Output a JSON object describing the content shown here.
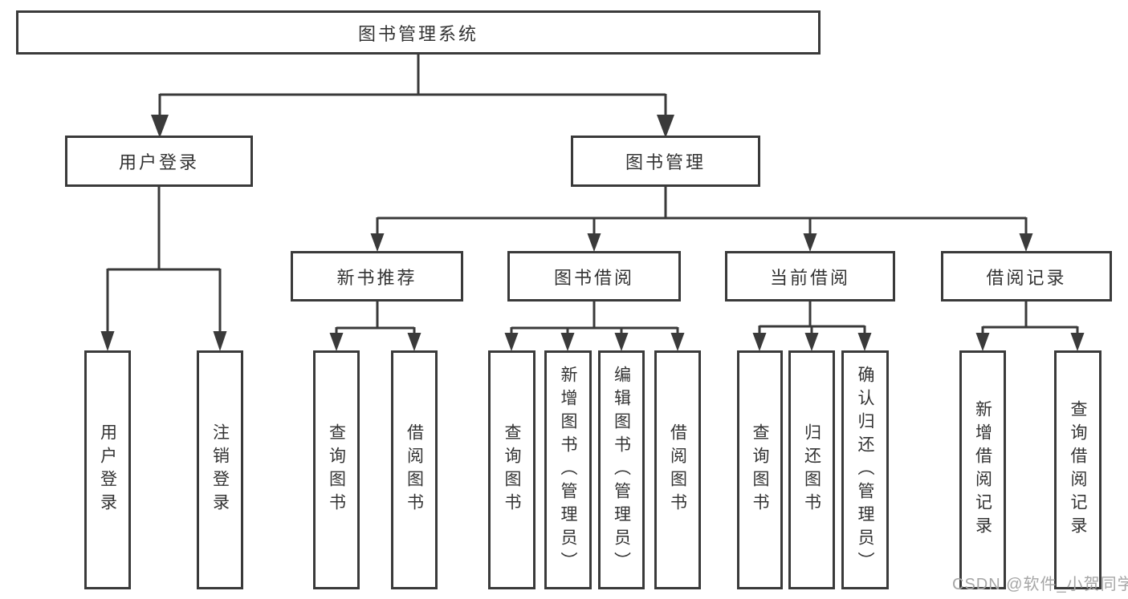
{
  "colors": {
    "line": "#3a3a3a",
    "border": "#3a3a3a",
    "text": "#333333",
    "watermark": "#a6a6a6",
    "bg": "#ffffff"
  },
  "watermark": {
    "text": "CSDN @软件_小贺同学"
  },
  "tree": {
    "label": "图书管理系统",
    "children": [
      {
        "label": "用户登录",
        "children": [
          {
            "label": "用户登录"
          },
          {
            "label": "注销登录"
          }
        ]
      },
      {
        "label": "图书管理",
        "children": [
          {
            "label": "新书推荐",
            "children": [
              {
                "label": "查询图书"
              },
              {
                "label": "借阅图书"
              }
            ]
          },
          {
            "label": "图书借阅",
            "children": [
              {
                "label": "查询图书"
              },
              {
                "label": "新增图书（管理员）"
              },
              {
                "label": "编辑图书（管理员）"
              },
              {
                "label": "借阅图书"
              }
            ]
          },
          {
            "label": "当前借阅",
            "children": [
              {
                "label": "查询图书"
              },
              {
                "label": "归还图书"
              },
              {
                "label": "确认归还（管理员）"
              }
            ]
          },
          {
            "label": "借阅记录",
            "children": [
              {
                "label": "新增借阅记录"
              },
              {
                "label": "查询借阅记录"
              }
            ]
          }
        ]
      }
    ]
  }
}
